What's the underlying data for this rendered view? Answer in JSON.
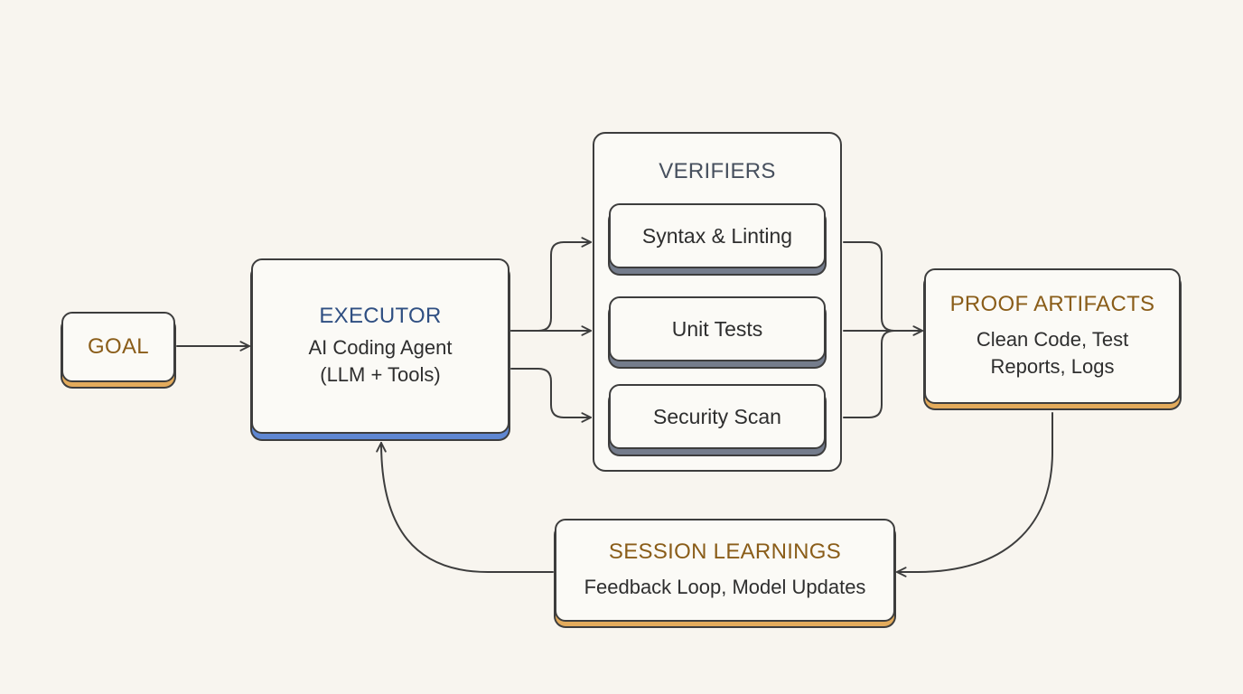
{
  "goal": {
    "title": "GOAL"
  },
  "executor": {
    "title": "EXECUTOR",
    "line1": "AI Coding Agent",
    "line2": "(LLM + Tools)"
  },
  "verifiers": {
    "title": "VERIFIERS",
    "items": [
      {
        "label": "Syntax & Linting"
      },
      {
        "label": "Unit Tests"
      },
      {
        "label": "Security Scan"
      }
    ]
  },
  "proof_artifacts": {
    "title": "PROOF ARTIFACTS",
    "line1": "Clean Code, Test",
    "line2": "Reports, Logs"
  },
  "session_learnings": {
    "title": "SESSION LEARNINGS",
    "line1": "Feedback Loop, Model Updates"
  },
  "colors": {
    "background": "#f8f5ef",
    "amber_accent": "#e3ab5c",
    "blue_accent": "#5f87d2",
    "slate_accent": "#747c8c",
    "amber_title": "#8a5d19",
    "blue_title": "#2f4f82",
    "outline": "#3d3d3d"
  }
}
